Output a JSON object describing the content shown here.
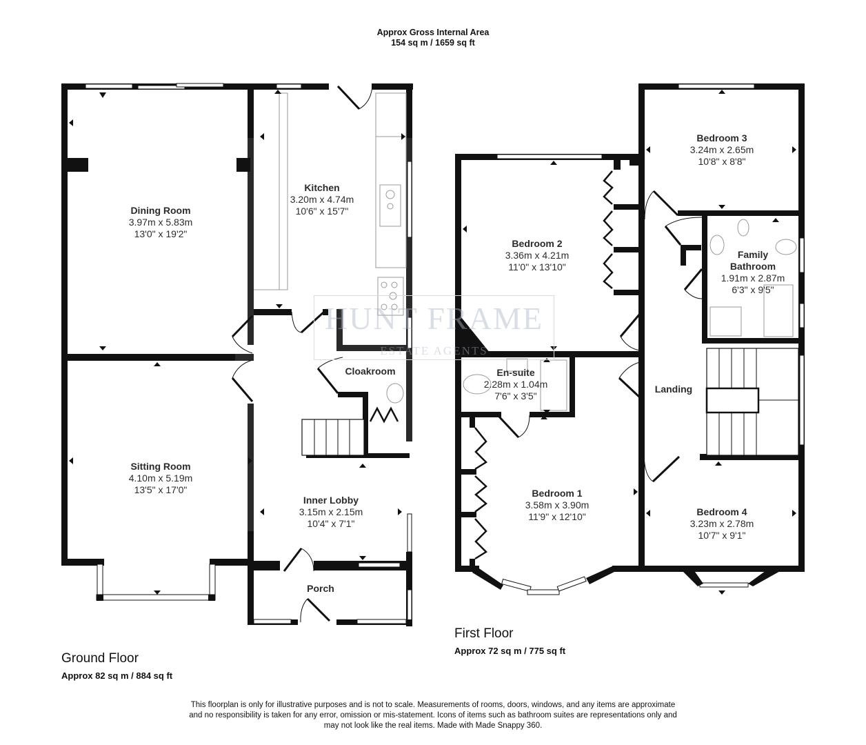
{
  "header": {
    "title": "Approx Gross Internal Area",
    "area": "154 sq m / 1659 sq ft"
  },
  "watermark": {
    "brand": "HUNT FRAME",
    "sub": "ESTATE AGENTS"
  },
  "ground_floor": {
    "label": "Ground Floor",
    "area": "Approx 82 sq m / 884 sq ft",
    "rooms": [
      {
        "name": "Dining Room",
        "metric": "3.97m x 5.83m",
        "imperial": "13'0\" x 19'2\""
      },
      {
        "name": "Kitchen",
        "metric": "3.20m x 4.74m",
        "imperial": "10'6\" x 15'7\""
      },
      {
        "name": "Sitting Room",
        "metric": "4.10m x 5.19m",
        "imperial": "13'5\" x 17'0\""
      },
      {
        "name": "Cloakroom"
      },
      {
        "name": "Inner Lobby",
        "metric": "3.15m x 2.15m",
        "imperial": "10'4\" x 7'1\""
      },
      {
        "name": "Porch"
      }
    ]
  },
  "first_floor": {
    "label": "First Floor",
    "area": "Approx 72 sq m / 775 sq ft",
    "rooms": [
      {
        "name": "Bedroom 3",
        "metric": "3.24m x 2.65m",
        "imperial": "10'8\" x 8'8\""
      },
      {
        "name": "Bedroom 2",
        "metric": "3.36m x 4.21m",
        "imperial": "11'0\" x 13'10\""
      },
      {
        "name": "Family Bathroom",
        "line1": "Family",
        "line2": "Bathroom",
        "metric": "1.91m x 2.87m",
        "imperial": "6'3\" x 9'5\""
      },
      {
        "name": "En-suite",
        "metric": "2.28m x 1.04m",
        "imperial": "7'6\" x 3'5\""
      },
      {
        "name": "Landing"
      },
      {
        "name": "Bedroom 1",
        "metric": "3.58m x 3.90m",
        "imperial": "11'9\" x 12'10\""
      },
      {
        "name": "Bedroom 4",
        "metric": "3.23m x 2.78m",
        "imperial": "10'7\" x 9'1\""
      }
    ]
  },
  "disclaimer": {
    "line1": "This floorplan is only for illustrative purposes and is not to scale. Measurements of rooms, doors, windows, and any items are approximate",
    "line2": "and no responsibility is taken for any error, omission or mis-statement. Icons of items such as bathroom suites are representations only and",
    "line3": "may not look like the real items. Made with Made Snappy 360."
  }
}
